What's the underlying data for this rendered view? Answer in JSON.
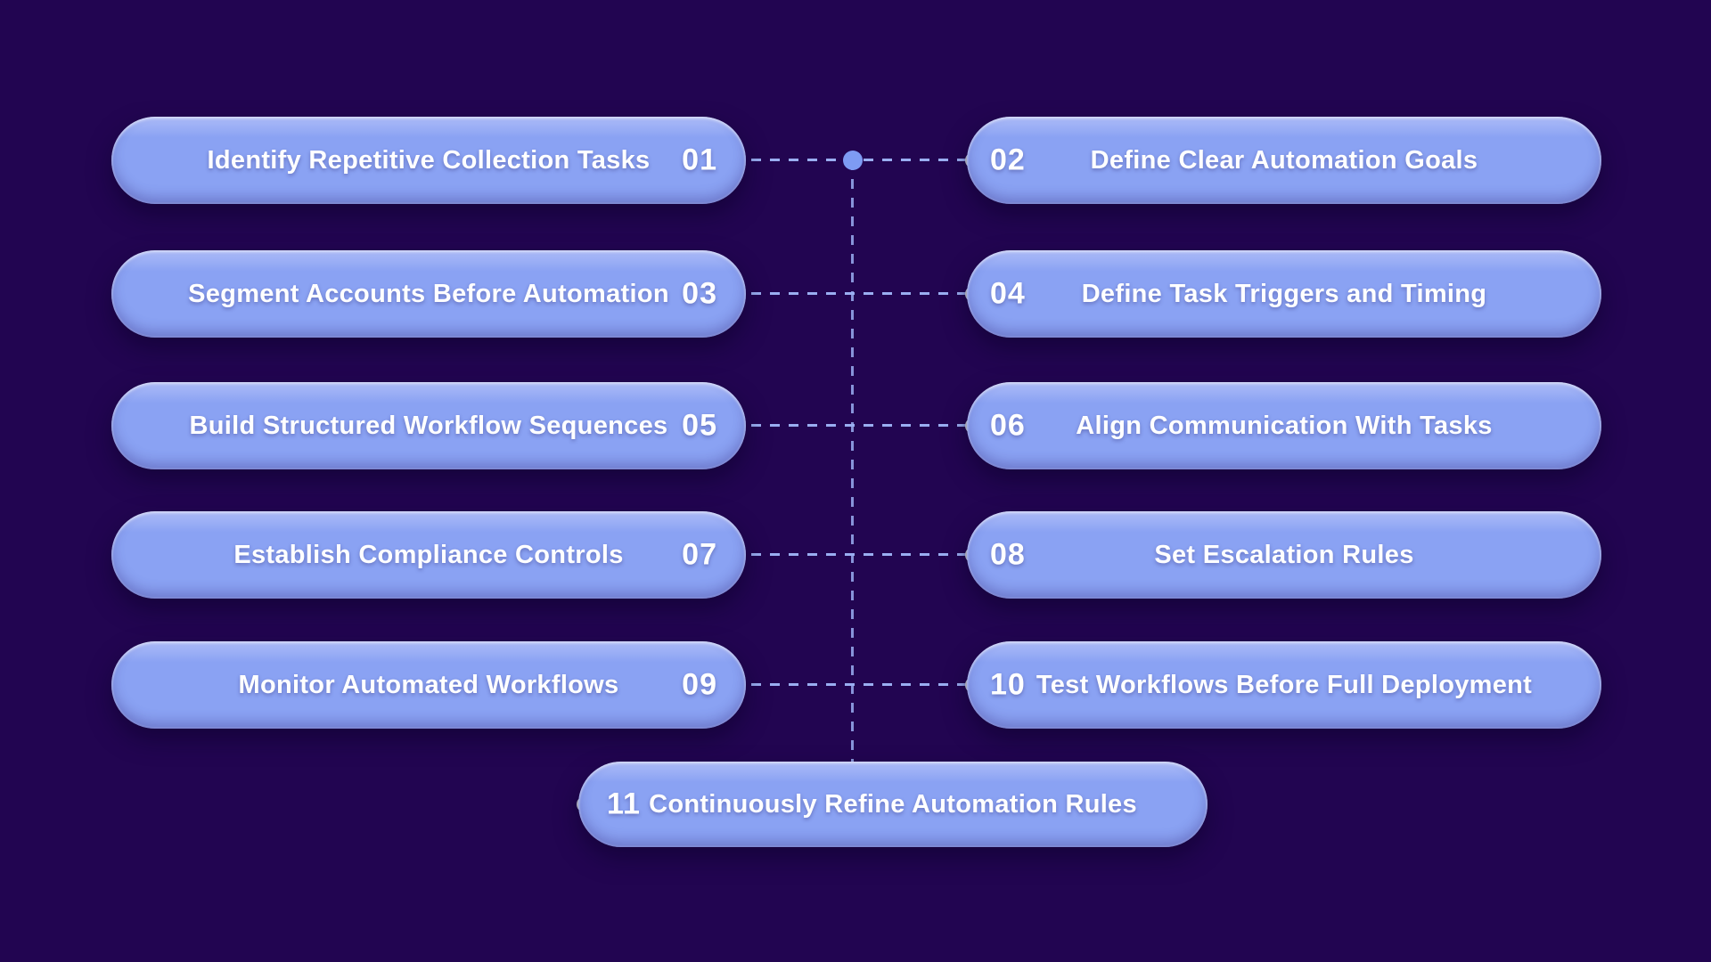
{
  "theme": {
    "background": "#220551",
    "pill_fill": "#8AA2F3",
    "pill_highlight": "#ADBCF8",
    "connector_dash": "#9AAEF2",
    "center_node": "#7E9BF3",
    "endpoint_dot": "#CBCEDB",
    "text": "#FFFFFF"
  },
  "diagram": {
    "rows": [
      {
        "left": {
          "num": "01",
          "label": "Identify Repetitive Collection Tasks"
        },
        "right": {
          "num": "02",
          "label": "Define Clear Automation Goals"
        }
      },
      {
        "left": {
          "num": "03",
          "label": "Segment Accounts Before Automation"
        },
        "right": {
          "num": "04",
          "label": "Define Task Triggers and Timing"
        }
      },
      {
        "left": {
          "num": "05",
          "label": "Build Structured Workflow Sequences"
        },
        "right": {
          "num": "06",
          "label": "Align Communication With Tasks"
        }
      },
      {
        "left": {
          "num": "07",
          "label": "Establish Compliance Controls"
        },
        "right": {
          "num": "08",
          "label": "Set Escalation Rules"
        }
      },
      {
        "left": {
          "num": "09",
          "label": "Monitor Automated Workflows"
        },
        "right": {
          "num": "10",
          "label": "Test Workflows Before Full Deployment"
        }
      }
    ],
    "footer": {
      "num": "11",
      "label": "Continuously Refine Automation Rules"
    }
  }
}
